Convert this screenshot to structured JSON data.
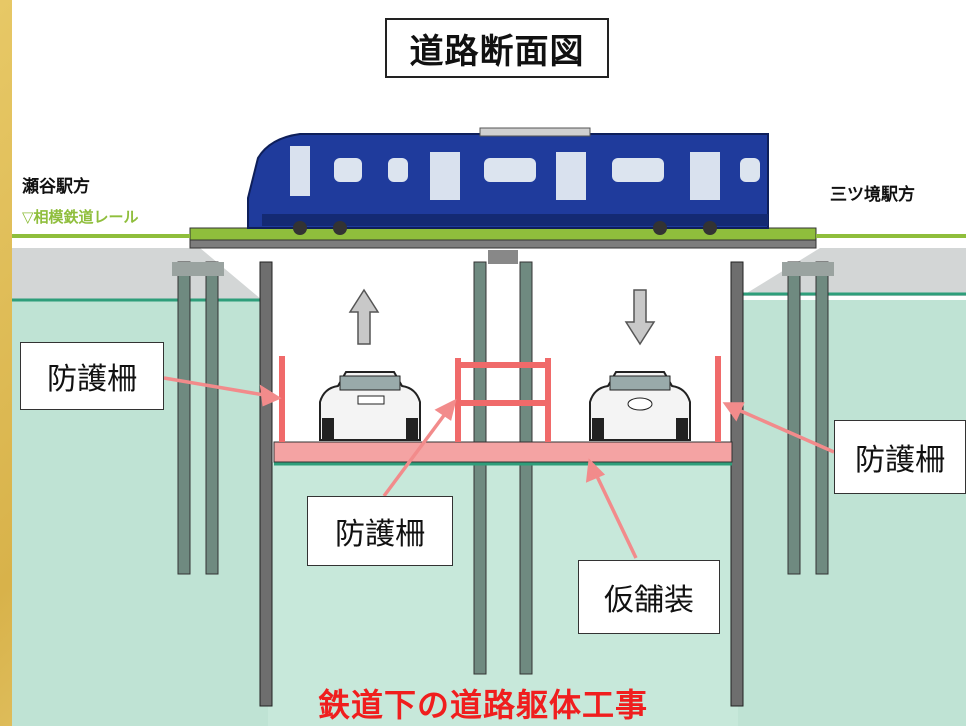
{
  "diagram": {
    "title": "道路断面図",
    "station_left": "瀬谷駅方",
    "station_right": "三ツ境駅方",
    "rail_label": "▽相模鉄道レール",
    "callouts": {
      "guardrail_left": "防護柵",
      "guardrail_center": "防護柵",
      "guardrail_right": "防護柵",
      "temporary_pavement": "仮舗装"
    },
    "caption": "鉄道下の道路躯体工事",
    "colors": {
      "ground": "#bfe3d4",
      "train_body": "#1f3b9c",
      "deck_green": "#8fbe3c",
      "road_pink": "#f4a3a3",
      "guardrail": "#f06a6a",
      "pile": "#6f8a80",
      "caption_red": "#f01e1e"
    }
  }
}
